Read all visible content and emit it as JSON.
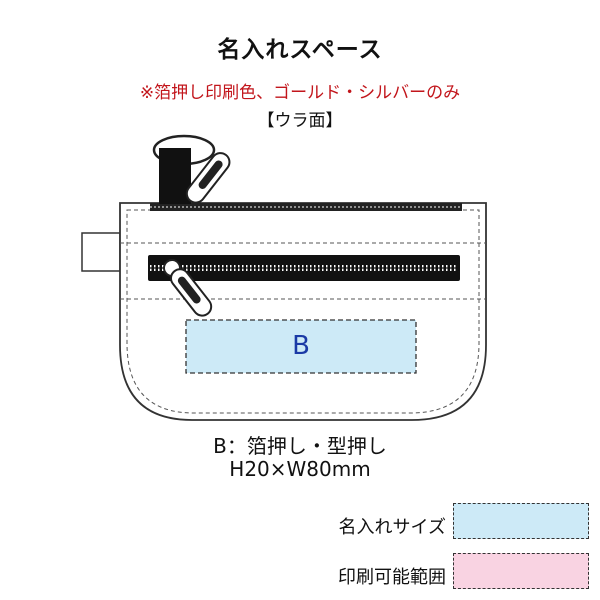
{
  "header": {
    "title": "名入れスペース",
    "note": "※箔押し印刷色、ゴールド・シルバーのみ",
    "side": "【ウラ面】"
  },
  "print_zone": {
    "label": "B",
    "fill": "#cdeaf7"
  },
  "caption": {
    "method": "B：箔押し・型押し",
    "size": "H20×W80mm"
  },
  "legend": {
    "items": [
      {
        "label": "名入れサイズ",
        "color": "#cdeaf7"
      },
      {
        "label": "印刷可能範囲",
        "color": "#f9d3e2"
      }
    ]
  },
  "colors": {
    "note_red": "#c2151b",
    "zone_label_blue": "#1a3aa6",
    "outline": "#333333"
  }
}
